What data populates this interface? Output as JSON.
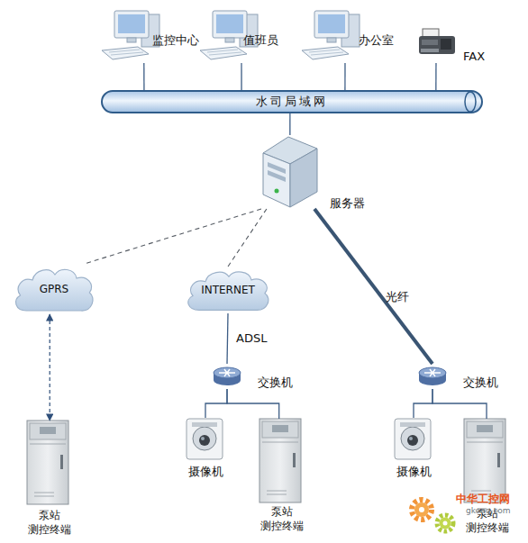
{
  "diagram": {
    "nodes": [
      {
        "text": [
          "监控中心"
        ]
      },
      {
        "text": [
          "值班员"
        ]
      },
      {
        "text": [
          "办公室"
        ]
      },
      {
        "text": [
          "FAX"
        ]
      },
      {
        "text": [
          "水司局域网"
        ]
      },
      {
        "text": [
          "服务器"
        ]
      },
      {
        "text": [
          "GPRS"
        ]
      },
      {
        "text": [
          "INTERNET"
        ]
      },
      {
        "text": [
          "交换机"
        ]
      },
      {
        "text": [
          "交换机"
        ]
      },
      {
        "text": [
          "泵站 测控终端"
        ]
      },
      {
        "text": [
          "摄像机"
        ]
      },
      {
        "text": [
          "泵站 测控终端"
        ]
      },
      {
        "text": [
          "摄像机"
        ]
      },
      {
        "text": [
          "泵站 测控终端"
        ]
      }
    ],
    "edges": [
      {
        "from": 0,
        "to": 4,
        "arrow": "none"
      },
      {
        "from": 1,
        "to": 4,
        "arrow": "none"
      },
      {
        "from": 2,
        "to": 4,
        "arrow": "none"
      },
      {
        "from": 3,
        "to": 4,
        "arrow": "none"
      },
      {
        "from": 4,
        "to": 5,
        "arrow": "none"
      },
      {
        "from": 5,
        "to": 6,
        "arrow": "none"
      },
      {
        "from": 5,
        "to": 7,
        "arrow": "none"
      },
      {
        "from": 5,
        "to": 9,
        "label": "光纤",
        "arrow": "none"
      },
      {
        "from": 6,
        "to": 10,
        "arrow": "both"
      },
      {
        "from": 7,
        "to": 8,
        "label": "ADSL",
        "arrow": "none"
      },
      {
        "from": 8,
        "to": 11,
        "arrow": "none"
      },
      {
        "from": 8,
        "to": 12,
        "arrow": "none"
      },
      {
        "from": 9,
        "to": 13,
        "arrow": "none"
      },
      {
        "from": 9,
        "to": 14,
        "arrow": "none"
      }
    ],
    "labels": [
      "中华工控网",
      "gkong.com"
    ]
  }
}
